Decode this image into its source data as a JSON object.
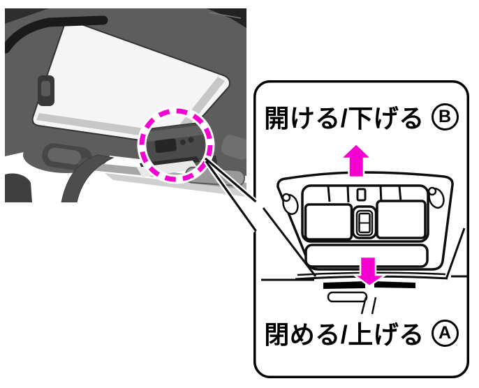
{
  "figure": {
    "accent_color": "#F400D0",
    "line_color": "#111111"
  },
  "callout": {
    "top_label": {
      "text": "開ける/下げる",
      "marker": "B"
    },
    "bottom_label": {
      "text": "閉める/上げる",
      "marker": "A"
    }
  },
  "icons": [
    {
      "name": "up-arrow-icon",
      "glyph": "↑"
    },
    {
      "name": "down-arrow-icon",
      "glyph": "↓"
    },
    {
      "name": "highlight-circle-icon",
      "style": "dashed-magenta"
    }
  ]
}
